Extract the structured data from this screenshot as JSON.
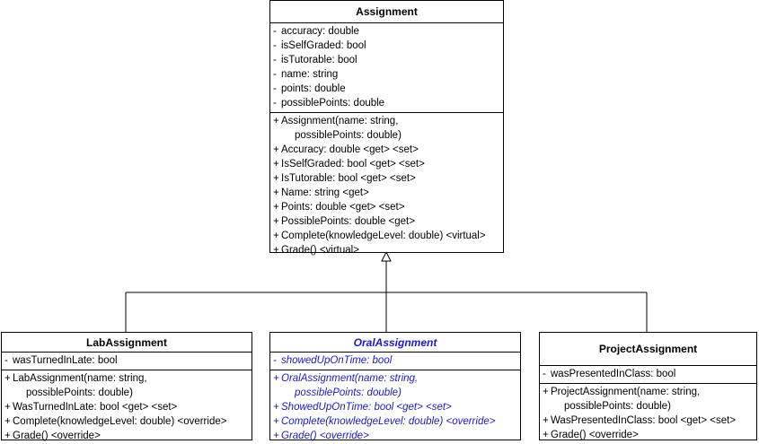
{
  "classes": {
    "assignment": {
      "name": "Assignment",
      "attributes": [
        {
          "vis": "-",
          "text": "accuracy: double"
        },
        {
          "vis": "-",
          "text": "isSelfGraded: bool"
        },
        {
          "vis": "-",
          "text": "isTutorable: bool"
        },
        {
          "vis": "-",
          "text": "name: string"
        },
        {
          "vis": "-",
          "text": "points: double"
        },
        {
          "vis": "-",
          "text": "possiblePoints: double"
        }
      ],
      "operations": [
        {
          "vis": "+",
          "text": "Assignment(name: string,"
        },
        {
          "vis": "",
          "text": "possiblePoints: double)",
          "cont": true
        },
        {
          "vis": "+",
          "text": "Accuracy: double <get> <set>"
        },
        {
          "vis": "+",
          "text": "IsSelfGraded: bool <get> <set>"
        },
        {
          "vis": "+",
          "text": "IsTutorable: bool <get> <set>"
        },
        {
          "vis": "+",
          "text": "Name: string <get>"
        },
        {
          "vis": "+",
          "text": "Points: double <get> <set>"
        },
        {
          "vis": "+",
          "text": "PossiblePoints: double <get>"
        },
        {
          "vis": "+",
          "text": "Complete(knowledgeLevel: double) <virtual>"
        },
        {
          "vis": "+",
          "text": "Grade() <virtual>"
        }
      ]
    },
    "lab": {
      "name": "LabAssignment",
      "attributes": [
        {
          "vis": "-",
          "text": "wasTurnedInLate: bool"
        }
      ],
      "operations": [
        {
          "vis": "+",
          "text": "LabAssignment(name: string,"
        },
        {
          "vis": "",
          "text": "possiblePoints: double)",
          "cont": true
        },
        {
          "vis": "+",
          "text": "WasTurnedInLate: bool <get> <set>"
        },
        {
          "vis": "+",
          "text": "Complete(knowledgeLevel: double) <override>"
        },
        {
          "vis": "+",
          "text": "Grade() <override>"
        }
      ]
    },
    "oral": {
      "name": "OralAssignment",
      "attributes": [
        {
          "vis": "-",
          "text": "showedUpOnTime: bool"
        }
      ],
      "operations": [
        {
          "vis": "+",
          "text": "OralAssignment(name: string,"
        },
        {
          "vis": "",
          "text": "possiblePoints: double)",
          "cont": true
        },
        {
          "vis": "+",
          "text": "ShowedUpOnTime: bool <get> <set>"
        },
        {
          "vis": "+",
          "text": "Complete(knowledgeLevel: double) <override>"
        },
        {
          "vis": "+",
          "text": "Grade() <override>"
        }
      ]
    },
    "project": {
      "name": "ProjectAssignment",
      "attributes": [
        {
          "vis": "-",
          "text": "wasPresentedInClass: bool"
        }
      ],
      "operations": [
        {
          "vis": "+",
          "text": "ProjectAssignment(name: string,"
        },
        {
          "vis": "",
          "text": "possiblePoints: double)",
          "cont": true
        },
        {
          "vis": "+",
          "text": "WasPresentedInClass: bool <get> <set>"
        },
        {
          "vis": "+",
          "text": "Grade() <override>"
        }
      ]
    }
  },
  "colors": {
    "border": "#000000",
    "abstract_text": "#1a1acc",
    "background": "#ffffff"
  }
}
